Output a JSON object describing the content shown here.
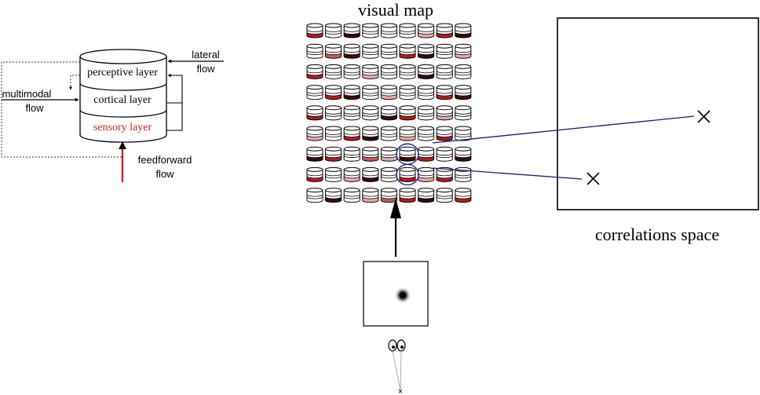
{
  "layer_model": {
    "layers": [
      {
        "label": "perceptive layer",
        "color": "#000000"
      },
      {
        "label": "cortical layer",
        "color": "#000000"
      },
      {
        "label": "sensory layer",
        "color": "#cc2222"
      }
    ],
    "lateral_label": [
      "lateral",
      "flow"
    ],
    "multimodal_label": [
      "multimodal",
      "flow"
    ],
    "feedforward_label": [
      "feedforward",
      "flow"
    ]
  },
  "visual_map": {
    "title": "visual map",
    "rows": 9,
    "cols": 9,
    "palette": [
      "#ffffff",
      "#b31b1b",
      "#3a0a0a",
      "#e9a9a9",
      "#c85a5a"
    ],
    "cells": [
      [
        1,
        0,
        2,
        0,
        0,
        0,
        3,
        1,
        2
      ],
      [
        0,
        4,
        2,
        0,
        0,
        1,
        2,
        0,
        3
      ],
      [
        1,
        0,
        0,
        3,
        0,
        0,
        2,
        0,
        0
      ],
      [
        0,
        1,
        2,
        0,
        3,
        0,
        0,
        1,
        2
      ],
      [
        1,
        0,
        0,
        0,
        2,
        1,
        0,
        3,
        0
      ],
      [
        3,
        0,
        1,
        2,
        0,
        3,
        0,
        1,
        0
      ],
      [
        2,
        1,
        0,
        4,
        3,
        2,
        1,
        0,
        2
      ],
      [
        1,
        0,
        3,
        2,
        0,
        1,
        3,
        1,
        0
      ],
      [
        0,
        2,
        0,
        3,
        4,
        1,
        2,
        0,
        1
      ]
    ],
    "highlighted": [
      [
        6,
        5
      ],
      [
        7,
        5
      ]
    ]
  },
  "correlation_space": {
    "label": "correlations space",
    "marker_glyph": "×"
  }
}
